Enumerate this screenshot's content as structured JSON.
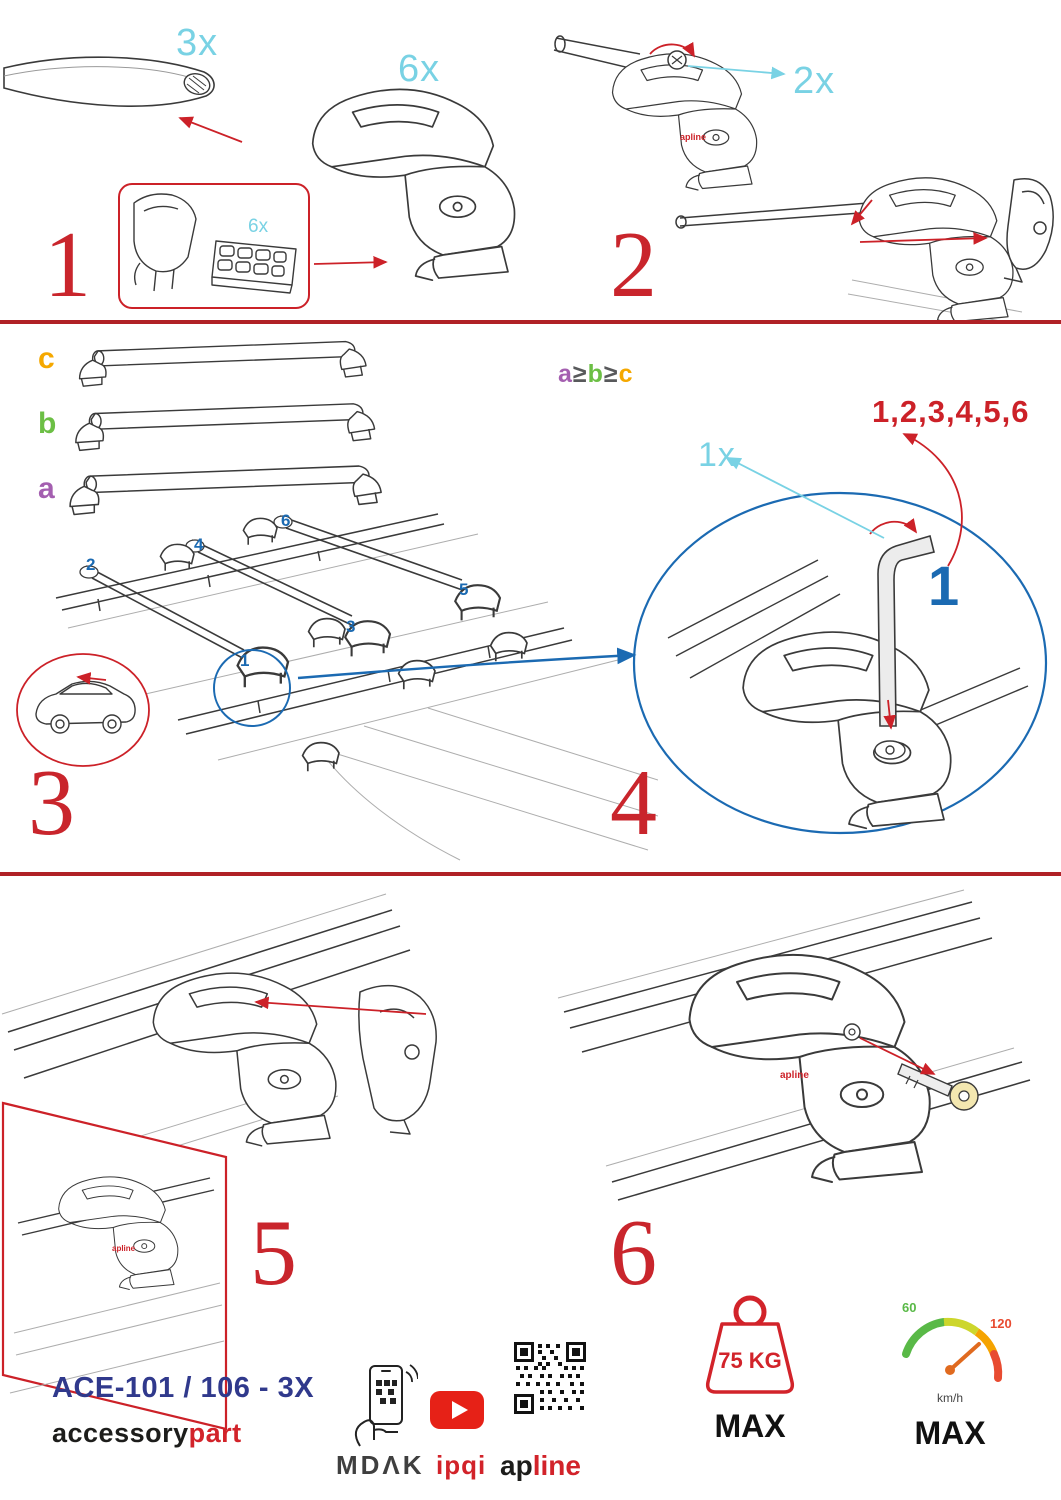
{
  "colors": {
    "accent_red": "#cc2128",
    "divider_red": "#b02126",
    "cyan": "#79d2e4",
    "blue": "#1b6ab2",
    "purple": "#a45fb0",
    "green": "#6cbf45",
    "orange": "#f5a800",
    "navy": "#30398c",
    "ink": "#3a3a3a"
  },
  "icons": {
    "phone": "phone-qr-scan-icon",
    "youtube": "youtube-play-icon",
    "qr": "qr-code-icon",
    "weight": "max-weight-icon",
    "speedometer": "max-speed-gauge-icon"
  },
  "step1": {
    "number": "1",
    "bar_qty": "3x",
    "foot_qty": "6x",
    "pad_qty": "6x"
  },
  "step2": {
    "number": "2",
    "screw_qty": "2x",
    "foot_brand": "apline"
  },
  "step3": {
    "number": "3",
    "bar_c": "c",
    "bar_b": "b",
    "bar_a": "a",
    "formula_a": "a",
    "formula_ge1": "≥",
    "formula_b": "b",
    "formula_ge2": "≥",
    "formula_c": "c",
    "pos1": "1",
    "pos2": "2",
    "pos3": "3",
    "pos4": "4",
    "pos5": "5",
    "pos6": "6"
  },
  "step4": {
    "number": "4",
    "sequence": "1,2,3,4,5,6",
    "tool_qty": "1x",
    "first": "1"
  },
  "step5": {
    "number": "5",
    "foot_brand": "apline"
  },
  "step6": {
    "number": "6",
    "foot_brand": "apline"
  },
  "footer": {
    "model": "ACE-101 / 106 - 3X",
    "brand_left": "accessory",
    "brand_right": "part",
    "mdak": "MDΛK",
    "ipqi": "ipqi",
    "apline_left": "ap",
    "apline_right": "line",
    "weight": "75 KG",
    "weight_max": "MAX",
    "speed_low": "60",
    "speed_high": "120",
    "speed_unit": "km/h",
    "speed_max": "MAX"
  }
}
